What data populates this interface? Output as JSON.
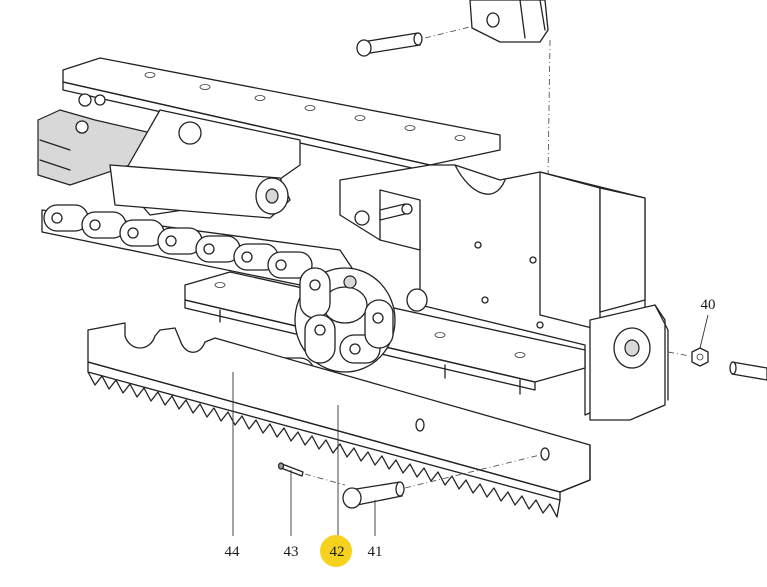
{
  "diagram": {
    "callouts": [
      {
        "id": "40",
        "label": "40",
        "highlighted": false
      },
      {
        "id": "41",
        "label": "41",
        "highlighted": false
      },
      {
        "id": "42",
        "label": "42",
        "highlighted": true
      },
      {
        "id": "43",
        "label": "43",
        "highlighted": false
      },
      {
        "id": "44",
        "label": "44",
        "highlighted": false
      }
    ],
    "highlight_color": "#f5d21e"
  }
}
